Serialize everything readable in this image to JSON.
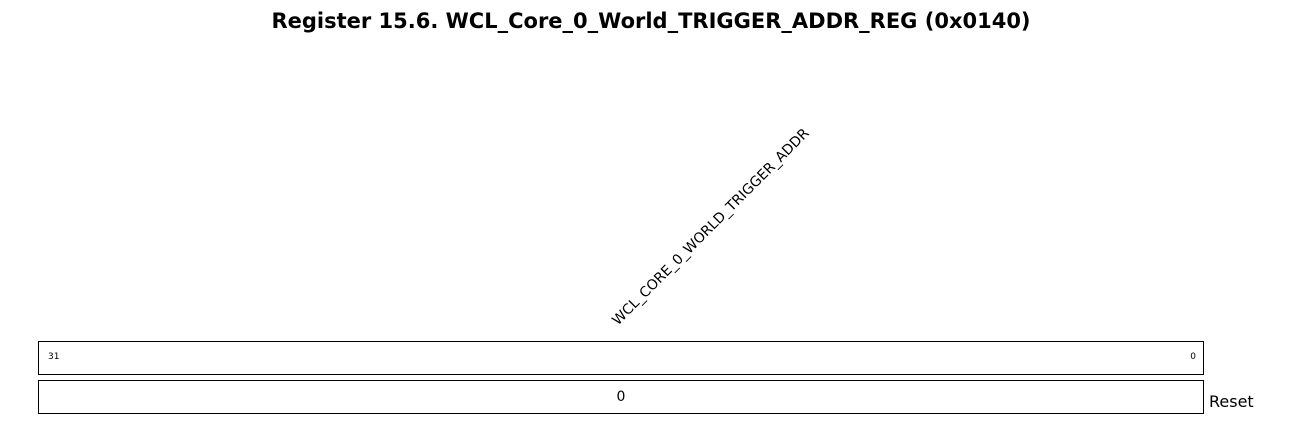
{
  "register": {
    "title": "Register 15.6. WCL_Core_0_World_TRIGGER_ADDR_REG (0x0140)",
    "field_name": "WCL_CORE_0_WORLD_TRIGGER_ADDR",
    "bit_high": "31",
    "bit_low": "0",
    "reset_value": "0",
    "reset_label": "Reset"
  }
}
